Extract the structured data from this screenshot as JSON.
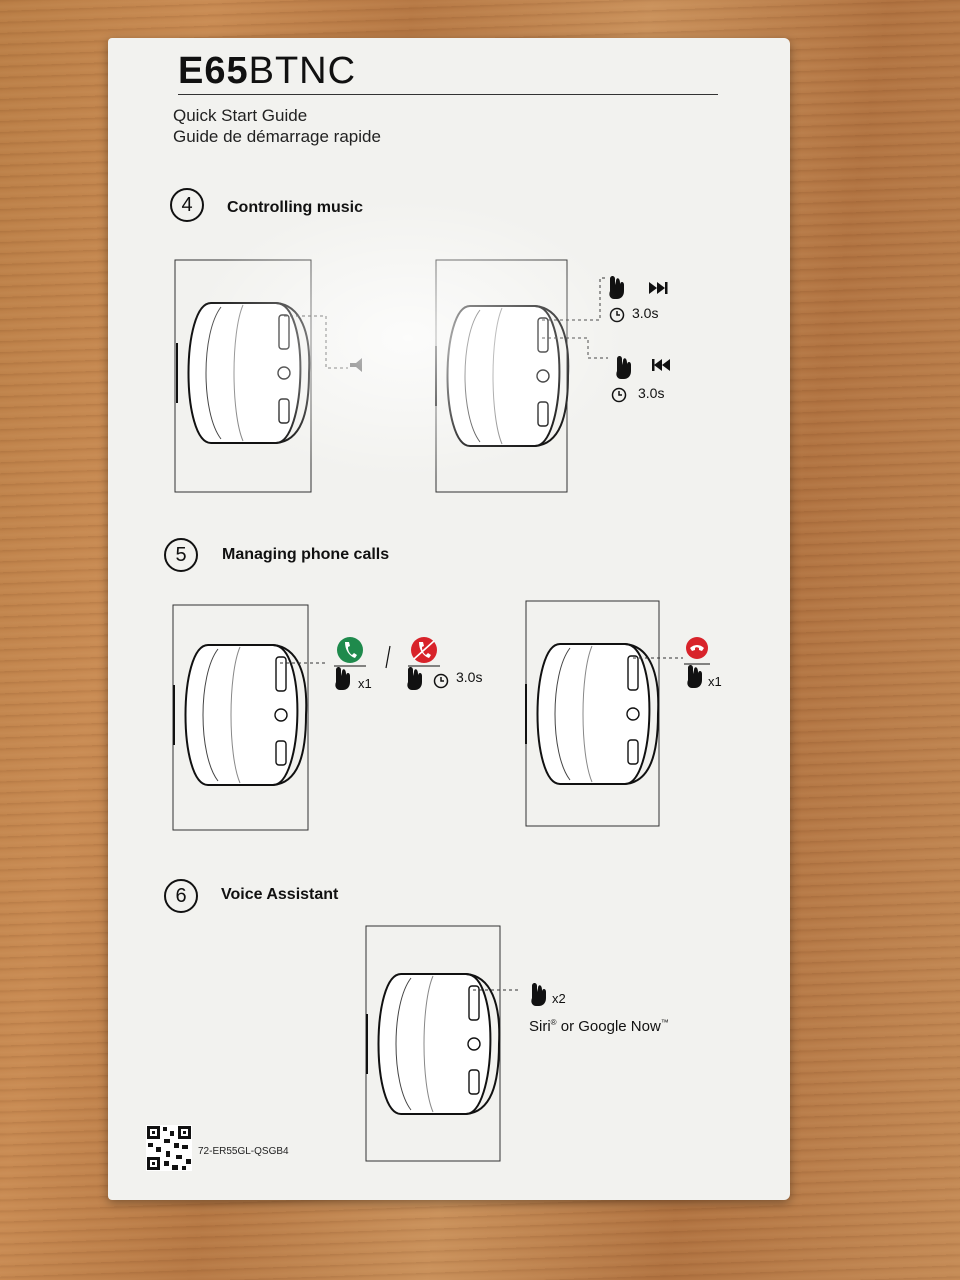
{
  "header": {
    "model_bold": "E65",
    "model_regular": "BTNC",
    "subtitle_en": "Quick Start Guide",
    "subtitle_fr": "Guide de démarrage rapide"
  },
  "steps": [
    {
      "number": "4",
      "title": "Controlling music",
      "hold_next": "3.0s",
      "hold_prev": "3.0s"
    },
    {
      "number": "5",
      "title": "Managing phone calls",
      "answer_press": "x1",
      "reject_hold": "3.0s",
      "separator": "/",
      "end_press": "x1"
    },
    {
      "number": "6",
      "title": "Voice Assistant",
      "press": "x2",
      "assistant_siri": "Siri",
      "assistant_or_google": " or Google Now",
      "reg_mark": "®",
      "tm_mark": "™"
    }
  ],
  "footer": {
    "part_code": "72-ER55GL-QSGB4"
  },
  "icons": {
    "answer_color": "#1f8a4c",
    "reject_color": "#d8232a"
  }
}
